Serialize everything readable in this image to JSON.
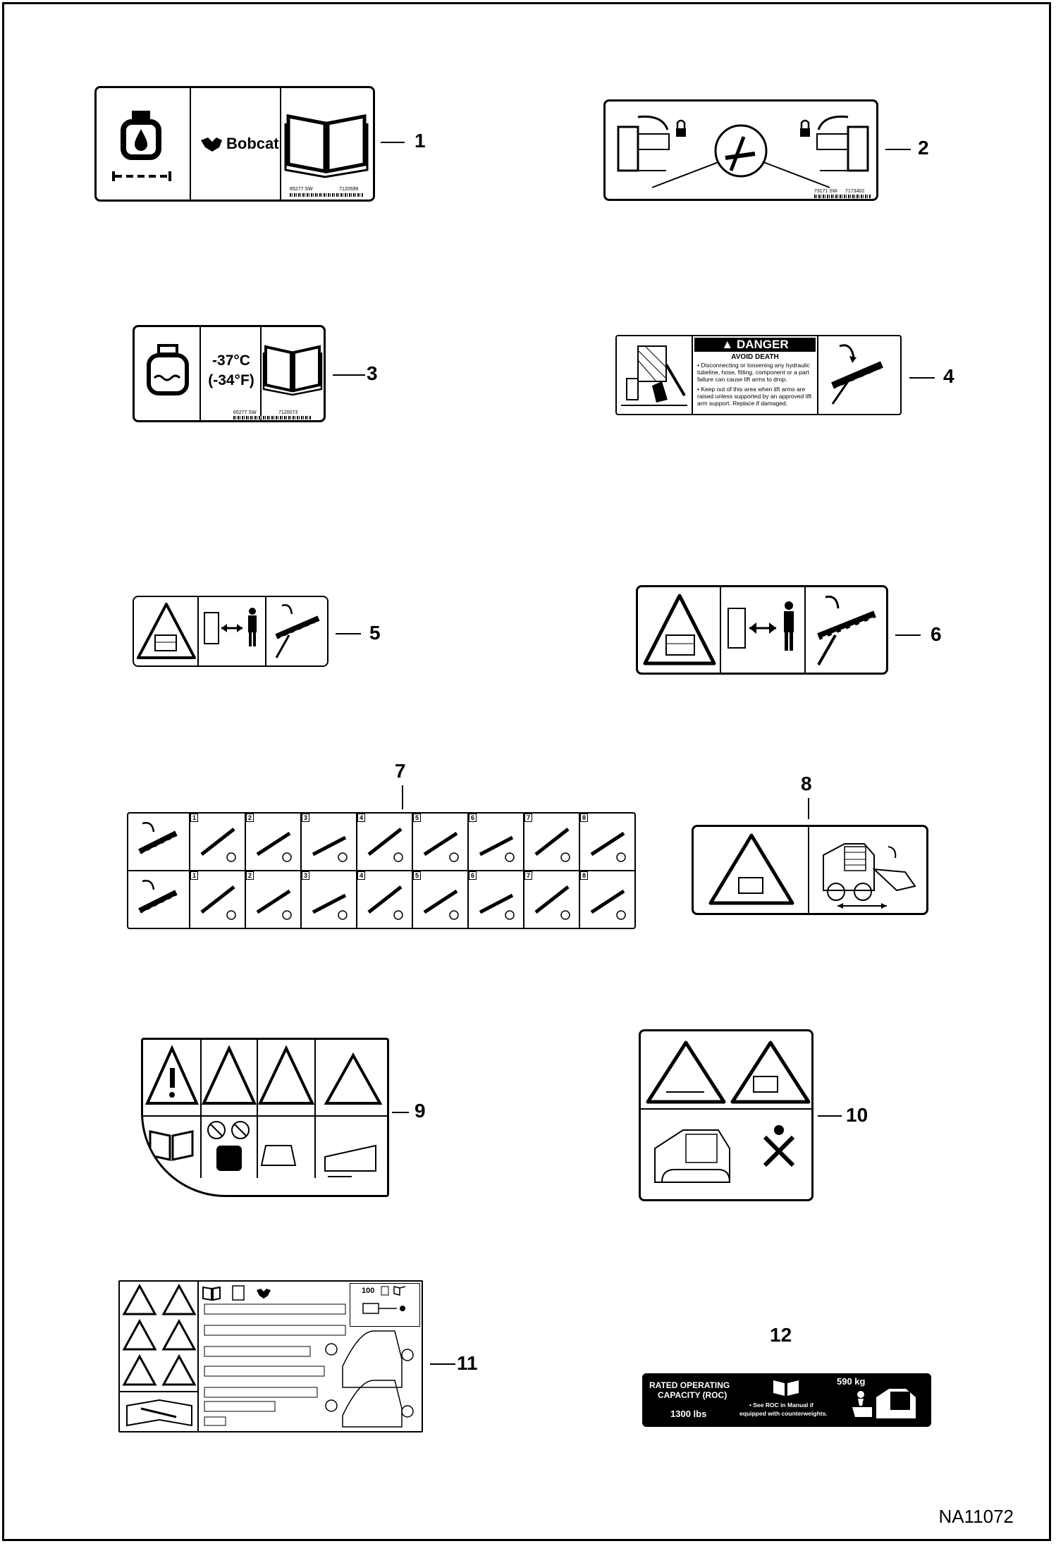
{
  "figure_id": "NA11072",
  "callouts": [
    "1",
    "2",
    "3",
    "4",
    "5",
    "6",
    "7",
    "8",
    "9",
    "10",
    "11",
    "12"
  ],
  "decal1": {
    "brand": "Bobcat",
    "code1": "65277 SW",
    "code2": "7120599"
  },
  "decal2": {
    "code1": "73171 SW",
    "code2": "7173402"
  },
  "decal3": {
    "temp_c": "-37°C",
    "temp_f": "(-34°F)",
    "code1": "65277 SW",
    "code2": "7120073"
  },
  "decal4": {
    "header": "DANGER",
    "subheader": "AVOID DEATH",
    "bullets": [
      "Disconnecting or loosening any hydraulic tubeline, hose, fitting, component or a part failure can cause lift arms to drop.",
      "Keep out of this area when lift arms are raised unless supported by an approved lift arm support. Replace if damaged."
    ]
  },
  "decal7": {
    "steps_top": [
      "1",
      "2",
      "3",
      "4",
      "5",
      "6",
      "7",
      "8"
    ],
    "steps_bottom": [
      "1",
      "2",
      "3",
      "4",
      "5",
      "6",
      "7",
      "8"
    ]
  },
  "decal11": {
    "qty": "100"
  },
  "decal12": {
    "title1": "RATED OPERATING",
    "title2": "CAPACITY (ROC)",
    "lbs": "1300 lbs",
    "kg": "590 kg",
    "note1": "• See ROC in Manual if",
    "note2": "equipped with counterweights."
  }
}
